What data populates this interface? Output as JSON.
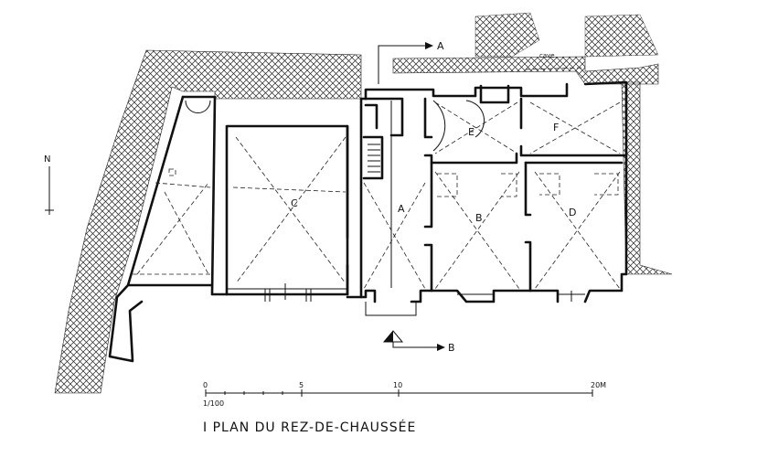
{
  "plan": {
    "caption": "I  PLAN  DU  REZ-DE-CHAUSSÉE",
    "scale_ratio": "1/100",
    "scale_ticks": [
      "0",
      "5",
      "10",
      "20M"
    ],
    "section_a": "A",
    "section_b": "B",
    "north": "N",
    "cave_note": "cave",
    "rooms": [
      "A",
      "B",
      "C",
      "D",
      "E",
      "F"
    ]
  }
}
